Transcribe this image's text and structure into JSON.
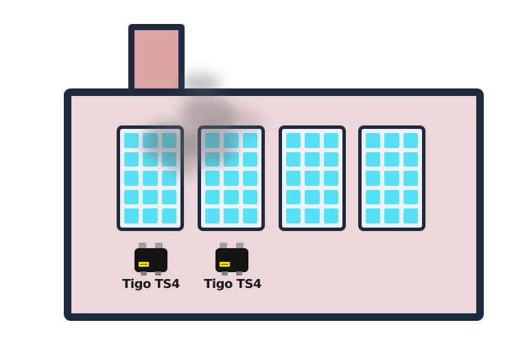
{
  "scene": {
    "description": "House with chimney; smoke shadow falls on two of four rooftop solar panels, each fitted area labeled with a Tigo TS4 optimizer"
  },
  "colors": {
    "outline": "#1e2a40",
    "wall": "#ecd6d7",
    "chimney": "#dba4a5",
    "panel_bg": "#eef1f5",
    "cell": "#57e1f6",
    "device_body": "#141414",
    "device_tab": "#9aa0a6",
    "device_sticker": "#ffe000",
    "smoke": "#66666c",
    "text": "#15181c",
    "page_bg": "#ffffff"
  },
  "panels": {
    "count": 4,
    "columns": 3,
    "rows": 5,
    "shaded_panels": [
      1,
      2
    ]
  },
  "devices": [
    {
      "label": "Tigo TS4"
    },
    {
      "label": "Tigo TS4"
    }
  ]
}
